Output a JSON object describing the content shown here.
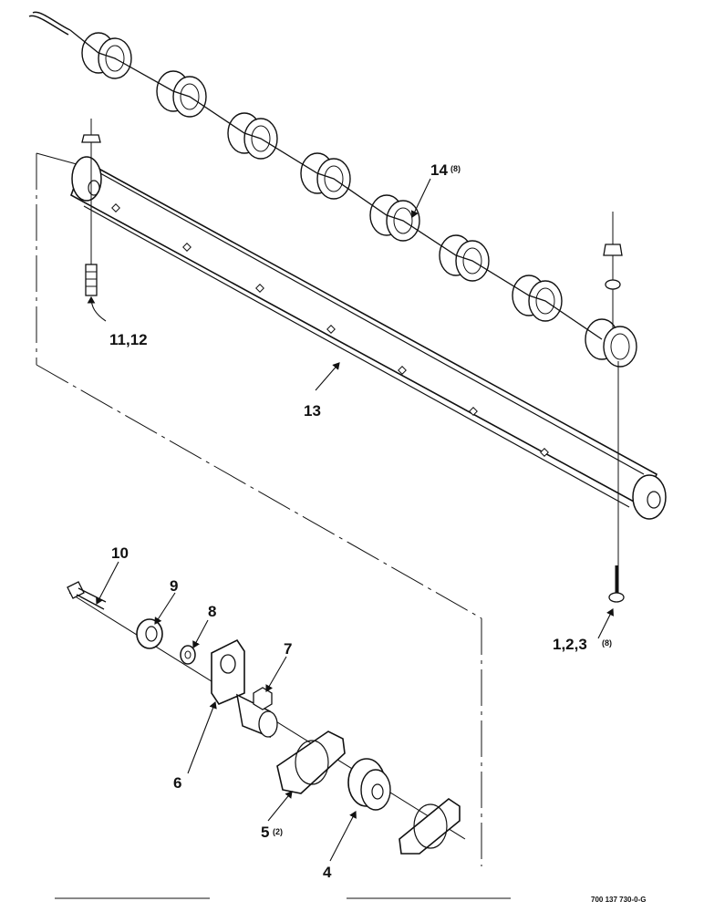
{
  "callouts": {
    "c1_2_3": "1,2,3",
    "c1_2_3_qty": "(8)",
    "c4": "4",
    "c5": "5",
    "c5_qty": "(2)",
    "c6": "6",
    "c7": "7",
    "c8": "8",
    "c9": "9",
    "c10": "10",
    "c11_12": "11,12",
    "c13": "13",
    "c14": "14",
    "c14_qty": "(8)"
  },
  "reference_number": "700 137 730-0-G"
}
